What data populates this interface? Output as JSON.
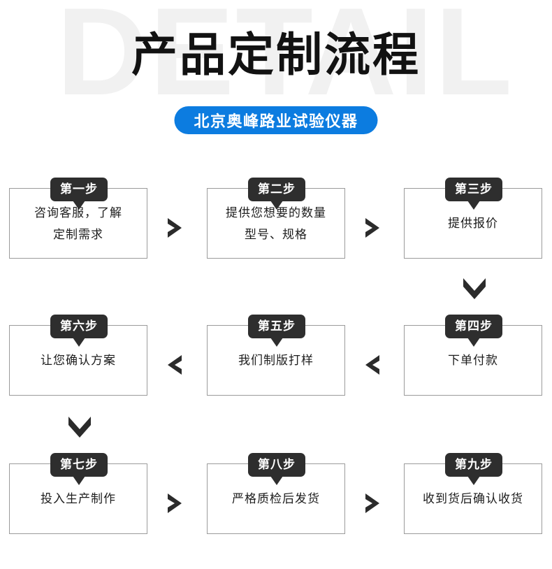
{
  "header": {
    "watermark": "DETAIL",
    "title": "产品定制流程",
    "subtitle": "北京奥峰路业试验仪器",
    "accent_color": "#0c7ce0",
    "watermark_color": "#f1f1f1",
    "title_color": "#121212"
  },
  "flow": {
    "badge_color": "#2e2e2e",
    "box_border_color": "#9b9b9b",
    "arrow_color": "#2b2b2b",
    "rows": [
      {
        "direction": "right",
        "cells": [
          {
            "badge": "第一步",
            "text": "咨询客服，了解\n定制需求"
          },
          {
            "badge": "第二步",
            "text": "提供您想要的数量\n型号、规格"
          },
          {
            "badge": "第三步",
            "text": "提供报价"
          }
        ]
      },
      {
        "direction": "left",
        "cells": [
          {
            "badge": "第六步",
            "text": "让您确认方案"
          },
          {
            "badge": "第五步",
            "text": "我们制版打样"
          },
          {
            "badge": "第四步",
            "text": "下单付款"
          }
        ]
      },
      {
        "direction": "right",
        "cells": [
          {
            "badge": "第七步",
            "text": "投入生产制作"
          },
          {
            "badge": "第八步",
            "text": "严格质检后发货"
          },
          {
            "badge": "第九步",
            "text": "收到货后确认收货"
          }
        ]
      }
    ],
    "connectors": [
      {
        "name": "row1-to-row2",
        "direction": "down",
        "position": "right"
      },
      {
        "name": "row2-to-row3",
        "direction": "down",
        "position": "left"
      }
    ]
  }
}
